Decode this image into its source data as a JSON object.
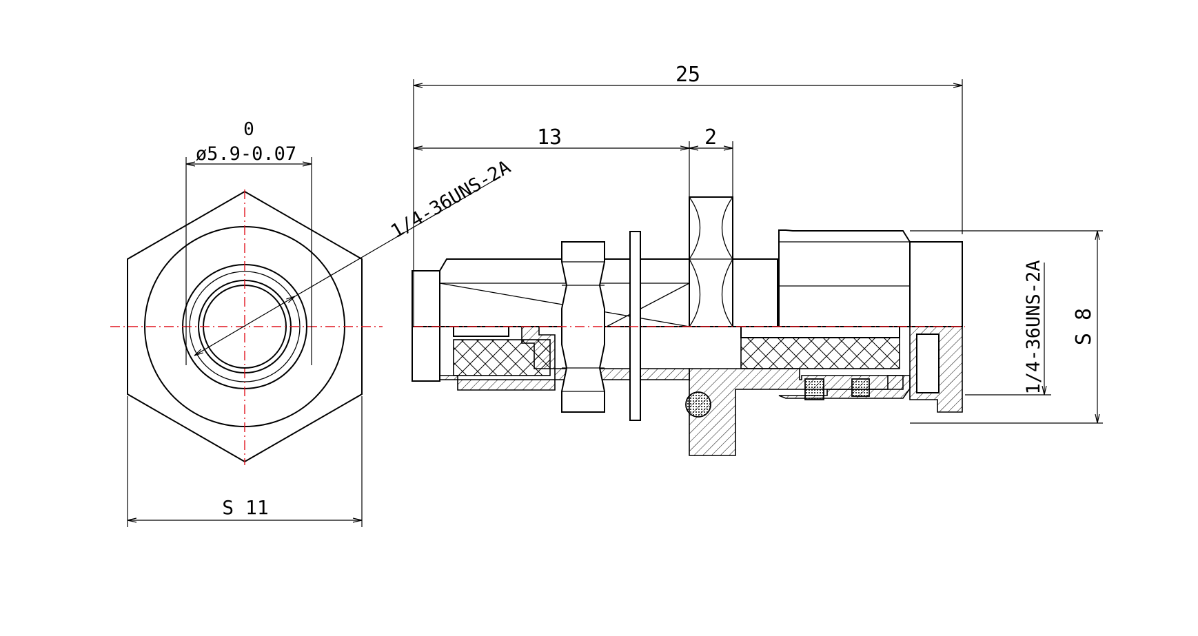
{
  "dimensions": {
    "overall_length": "25",
    "front_length": "13",
    "gap_width": "2",
    "tolerance_upper": "0",
    "diameter": "ø5.9-0.07",
    "hex_width_front": "S 11",
    "hex_width_side": "S 8",
    "thread_front": "1/4-36UNS-2A",
    "thread_side": "1/4-36UNS-2A"
  },
  "colors": {
    "line": "#000000",
    "centerline": "#e0141e",
    "background": "#ffffff"
  }
}
